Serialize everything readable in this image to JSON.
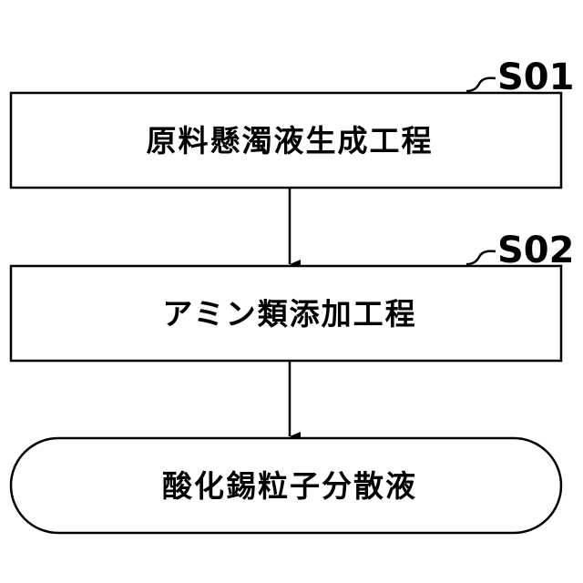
{
  "steps": [
    {
      "id": "S01",
      "label": "原料懸濁液生成工程"
    },
    {
      "id": "S02",
      "label": "アミン類添加工程"
    }
  ],
  "result": {
    "label": "酸化錫粒子分散液"
  },
  "colors": {
    "stroke": "#000000",
    "fill": "#ffffff"
  }
}
